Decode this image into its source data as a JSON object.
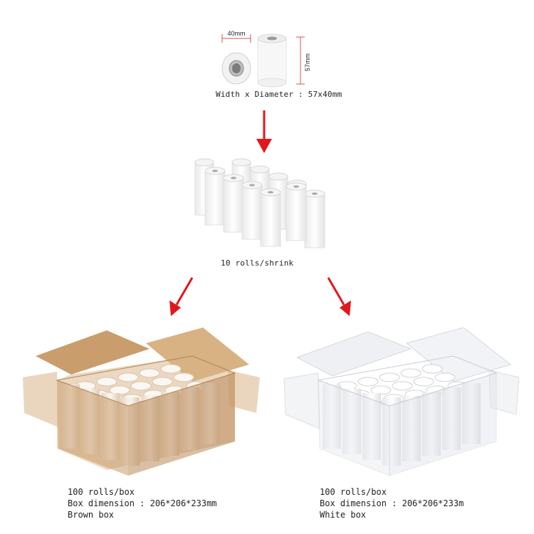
{
  "single_roll": {
    "width_label": "40mm",
    "height_label": "57mm",
    "caption": "Width x Diameter : 57x40mm"
  },
  "shrink_pack": {
    "caption": "10 rolls/shrink"
  },
  "brown_box": {
    "line1": "100 rolls/box",
    "line2": "Box dimension : 206*206*233mm",
    "line3": "Brown box"
  },
  "white_box": {
    "line1": "100 rolls/box",
    "line2": "Box dimension : 206*206*233m",
    "line3": "White box"
  },
  "colors": {
    "arrow": "#e2161b",
    "cardboard": "#c99d6c",
    "dimension_line": "#d9534f"
  }
}
